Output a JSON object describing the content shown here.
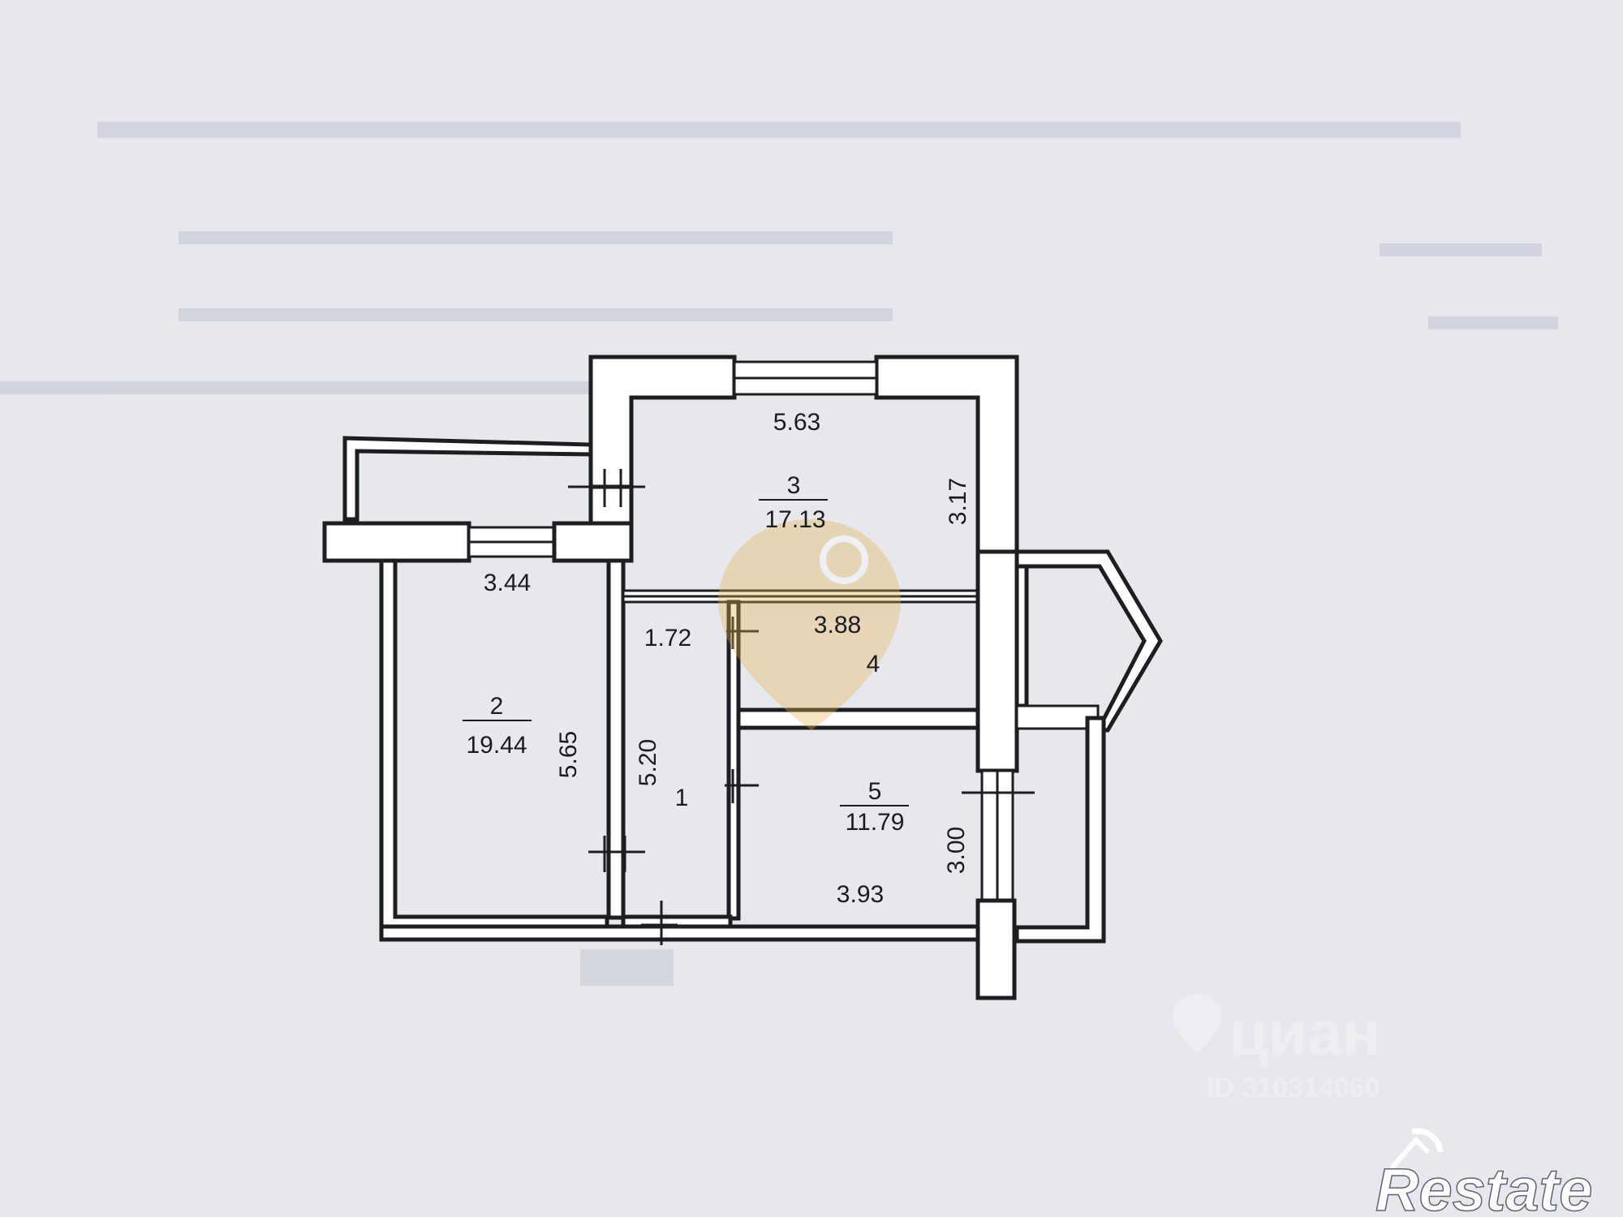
{
  "floorplan": {
    "rooms": [
      {
        "number": "1",
        "area": "",
        "dims": [
          "1.72",
          "5.20"
        ]
      },
      {
        "number": "2",
        "area": "19.44",
        "dims": [
          "3.44",
          "5.65"
        ]
      },
      {
        "number": "3",
        "area": "17.13",
        "dims": [
          "5.63",
          "3.17"
        ]
      },
      {
        "number": "4",
        "area": "",
        "dims": [
          "3.88"
        ]
      },
      {
        "number": "5",
        "area": "11.79",
        "dims": [
          "3.93",
          "3.00"
        ]
      }
    ]
  },
  "watermarks": {
    "cian": "циан",
    "cian_id": "ID 310314060",
    "restate": "Restate"
  },
  "colors": {
    "paper": "#e6e8ee",
    "ink": "#1d1e22",
    "accent": "#e8b24a"
  }
}
